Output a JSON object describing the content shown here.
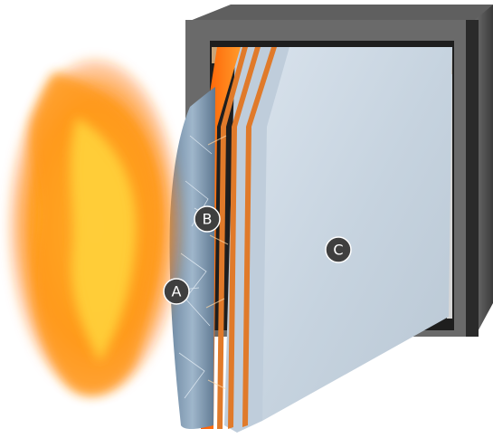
{
  "diagram": {
    "markers": [
      {
        "id": "A",
        "label": "A"
      },
      {
        "id": "B",
        "label": "B"
      },
      {
        "id": "C",
        "label": "C"
      }
    ]
  },
  "colors": {
    "frame_outer": "#5b5b5b",
    "frame_dark": "#2a2a2a",
    "frame_inner": "#7a7a7a",
    "glass_face": "#c9d6e2",
    "glass_edge": "#9fb1c3",
    "interlayer": "#e07a2a",
    "flame_core": "#ffd23a",
    "flame_mid": "#ff9a1a",
    "flame_outer": "#ff6a10",
    "marker_fill": "#3f3f3f",
    "marker_text": "#ffffff"
  }
}
